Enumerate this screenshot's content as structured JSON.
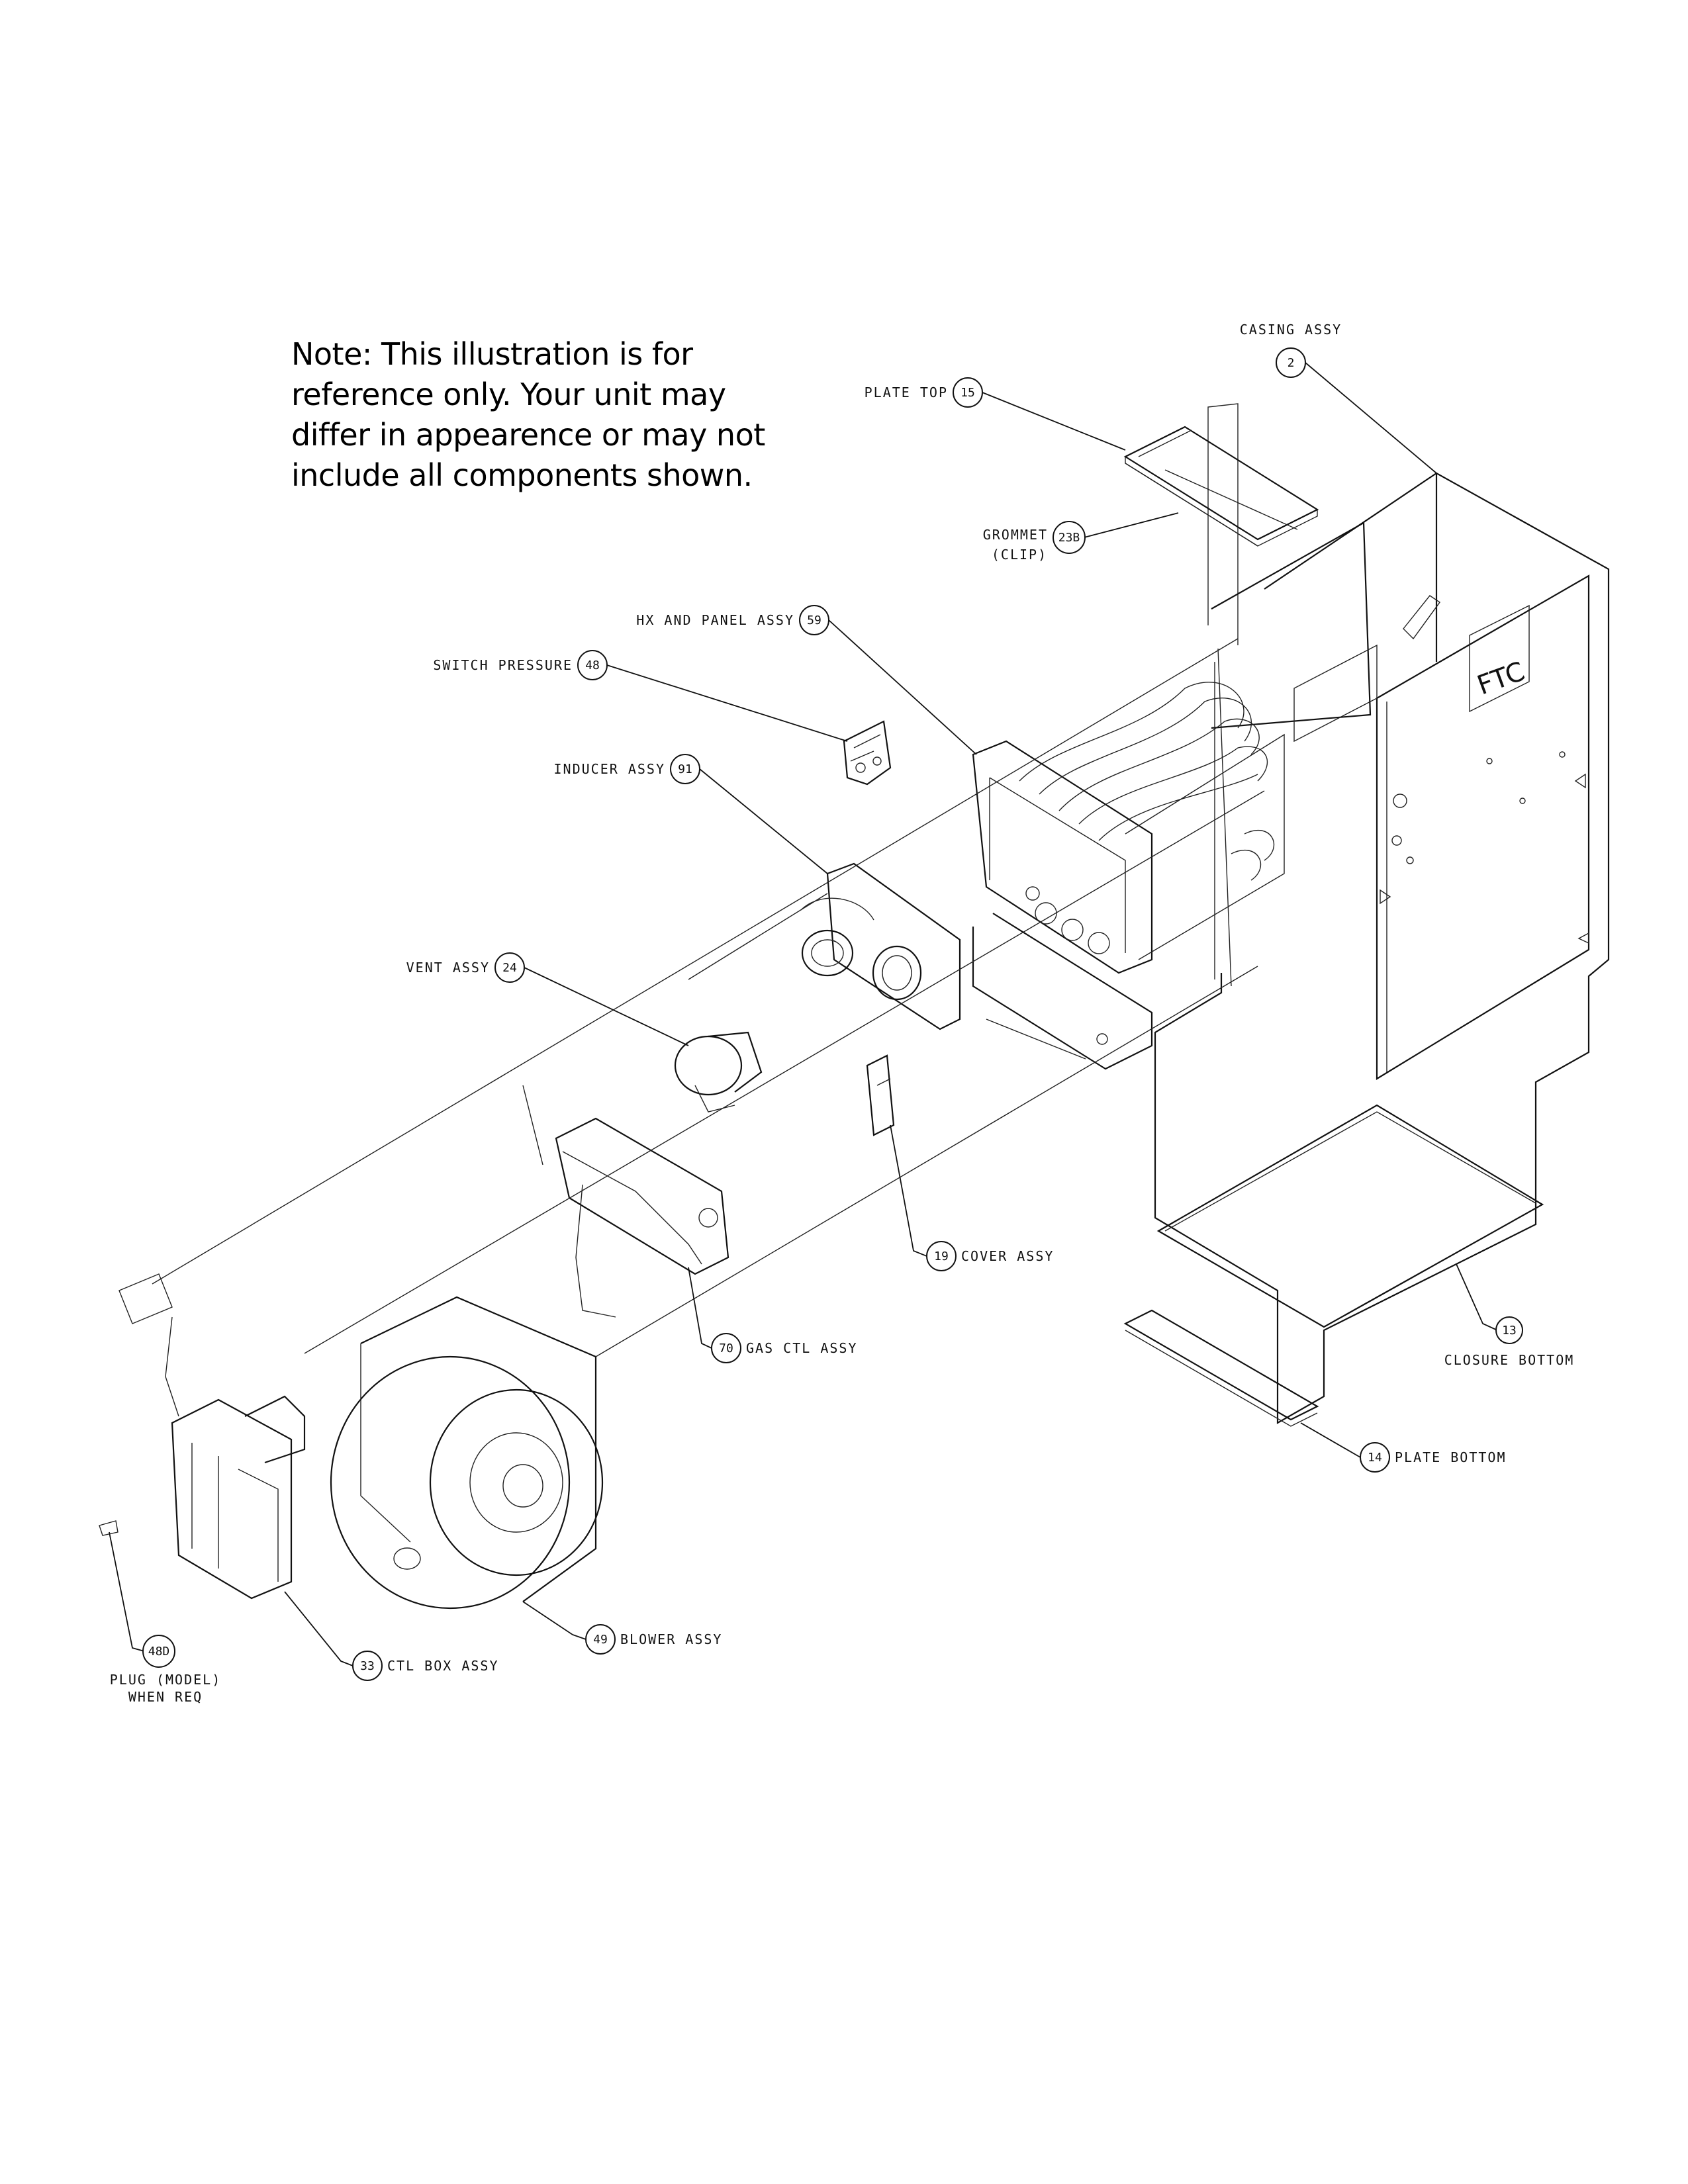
{
  "note": {
    "lines": [
      "Note: This illustration is for",
      "reference only. Your unit may",
      "differ in appearence or may not",
      "include all components shown."
    ]
  },
  "unit_marking": "FTC",
  "callouts": [
    {
      "id": "casing",
      "number": "2",
      "label": "CASING ASSY",
      "label2": ""
    },
    {
      "id": "plate-top",
      "number": "15",
      "label": "PLATE TOP",
      "label2": ""
    },
    {
      "id": "grommet",
      "number": "23B",
      "label": "GROMMET",
      "label2": "(CLIP)"
    },
    {
      "id": "hx-panel",
      "number": "59",
      "label": "HX AND PANEL ASSY",
      "label2": ""
    },
    {
      "id": "switch-pressure",
      "number": "48",
      "label": "SWITCH PRESSURE",
      "label2": ""
    },
    {
      "id": "inducer",
      "number": "91",
      "label": "INDUCER ASSY",
      "label2": ""
    },
    {
      "id": "vent",
      "number": "24",
      "label": "VENT ASSY",
      "label2": ""
    },
    {
      "id": "cover",
      "number": "19",
      "label": "COVER ASSY",
      "label2": ""
    },
    {
      "id": "gas-ctl",
      "number": "70",
      "label": "GAS CTL ASSY",
      "label2": ""
    },
    {
      "id": "closure-bottom",
      "number": "13",
      "label": "CLOSURE BOTTOM",
      "label2": ""
    },
    {
      "id": "plate-bottom",
      "number": "14",
      "label": "PLATE BOTTOM",
      "label2": ""
    },
    {
      "id": "plug",
      "number": "48D",
      "label": "PLUG (MODEL)",
      "label2": "WHEN REQ"
    },
    {
      "id": "ctl-box",
      "number": "33",
      "label": "CTL BOX ASSY",
      "label2": ""
    },
    {
      "id": "blower",
      "number": "49",
      "label": "BLOWER ASSY",
      "label2": ""
    }
  ]
}
